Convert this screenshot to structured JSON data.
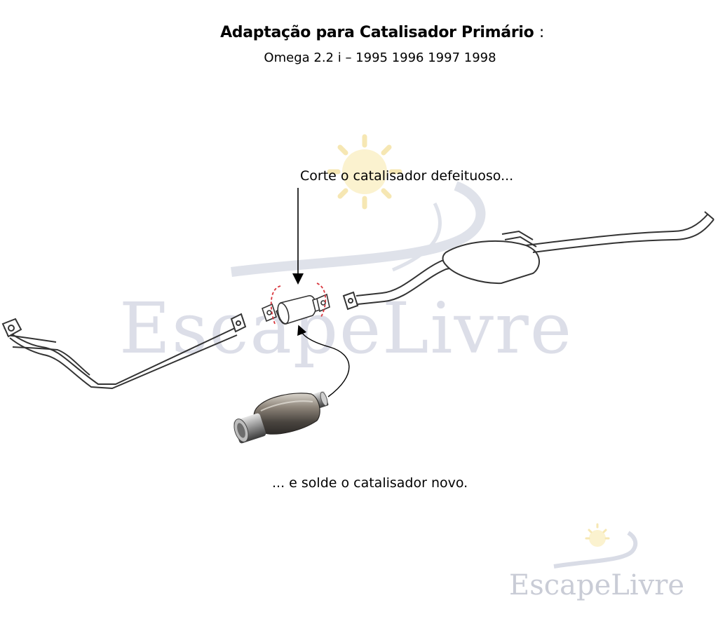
{
  "title": {
    "main": "Adaptação para Catalisador Primário",
    "colon": ":",
    "subtitle": "Omega 2.2 i – 1995 1996 1997 1998"
  },
  "annotations": {
    "cut": "Corte o catalisador defeituoso...",
    "weld": "... e solde o catalisador novo."
  },
  "watermarks": {
    "large": "EscapeLivre",
    "small": "EscapeLivre"
  },
  "colors": {
    "watermark_sun": "#f6e7b3",
    "watermark_swoosh": "#d9dce6",
    "cut_marks": "#d9363e",
    "pipe_stroke": "#333333"
  }
}
